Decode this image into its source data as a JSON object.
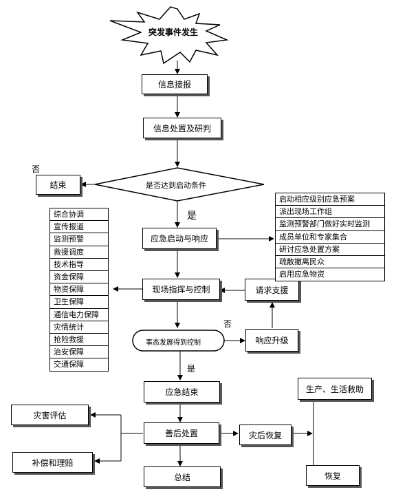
{
  "nodes": {
    "start": "突发事件发生",
    "report": "信息接报",
    "judge": "信息处置及研判",
    "condition": "是否达到启动条件",
    "end_early": "结束",
    "launch": "应急启动与响应",
    "command": "现场指挥与控制",
    "request": "请求支援",
    "control": "事态发展得到控制",
    "upgrade": "响应升级",
    "finish": "应急结束",
    "aftercare": "善后处置",
    "assess": "灾害评估",
    "compensate": "补偿和理赔",
    "summary": "总结",
    "recovery_post": "灾后恢复",
    "relief": "生产、生活救助",
    "recovery": "恢复"
  },
  "labels": {
    "no_1": "否",
    "yes_1": "是",
    "no_2": "否",
    "yes_2": "是"
  },
  "response_actions": [
    "启动相应级别应急预案",
    "派出现场工作组",
    "监测预警部门做好实时监测",
    "成员单位和专家集合",
    "研讨应急处置方案",
    "疏散撤离民众",
    "启用应急物资"
  ],
  "support_groups": [
    "综合协调",
    "宣传报道",
    "监测预警",
    "救援调度",
    "技术指导",
    "资金保障",
    "物资保障",
    "卫生保障",
    "通信电力保障",
    "灾情统计",
    "抢险救援",
    "治安保障",
    "交通保障"
  ]
}
